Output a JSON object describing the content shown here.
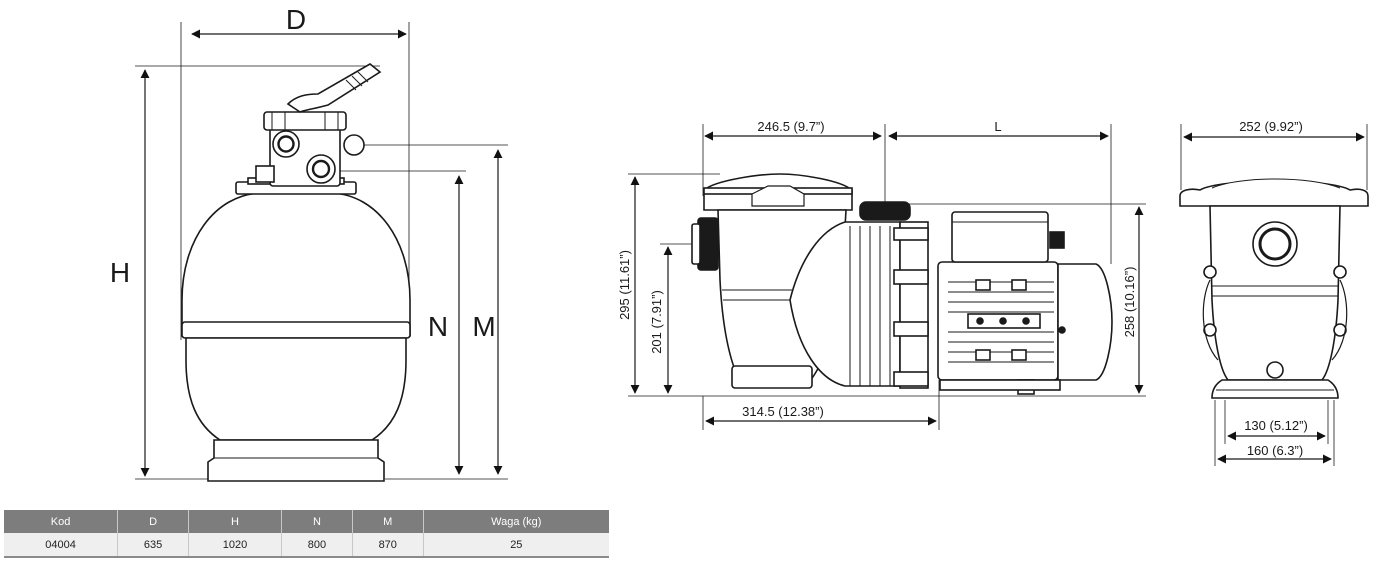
{
  "filter_drawing": {
    "labels": {
      "d": "D",
      "h": "H",
      "n": "N",
      "m": "M"
    }
  },
  "pump_side_drawing": {
    "labels": {
      "top_left": "246.5 (9.7”)",
      "top_right": "L",
      "left_outer": "295 (11.61”)",
      "left_inner": "201 (7.91”)",
      "right": "258 (10.16”)",
      "bottom": "314.5 (12.38”)"
    }
  },
  "pump_front_drawing": {
    "labels": {
      "top": "252 (9.92”)",
      "bottom_inner": "130 (5.12”)",
      "bottom_outer": "160 (6.3”)"
    }
  },
  "spec_table": {
    "headers": [
      "Kod",
      "D",
      "H",
      "N",
      "M",
      "Waga (kg)"
    ],
    "row": [
      "04004",
      "635",
      "1020",
      "800",
      "870",
      "25"
    ]
  }
}
